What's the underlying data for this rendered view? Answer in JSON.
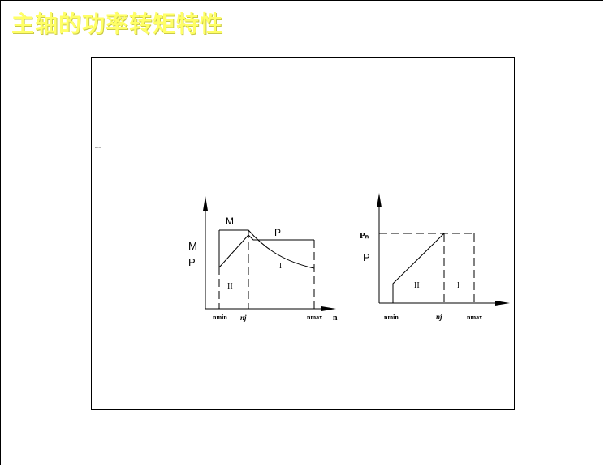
{
  "slide": {
    "title": "主轴的功率转矩特性"
  },
  "stray_mark": "ₙ₌ₙ",
  "left_diagram": {
    "vertical_axis_labels": [
      "M",
      "P"
    ],
    "curve_labels": {
      "torque": "M",
      "power": "P",
      "region_constant_power": "I",
      "region_constant_torque": "II"
    },
    "x_ticks": {
      "min": "nmin",
      "base": "nj",
      "max": "nmax"
    },
    "x_axis_label": "n"
  },
  "right_diagram": {
    "vertical_axis_label": "P",
    "rated_power_label": "Pₙ",
    "region_constant_torque": "II",
    "region_constant_power": "I",
    "x_ticks": {
      "min": "nmin",
      "base": "nj",
      "max": "nmax"
    }
  }
}
